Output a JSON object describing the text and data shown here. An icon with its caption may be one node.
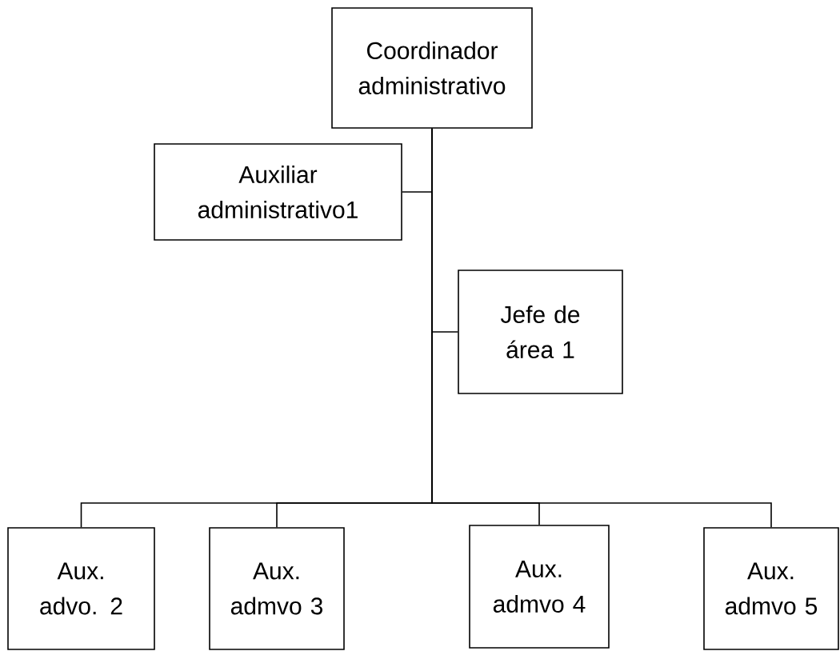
{
  "diagram": {
    "nodes": [
      {
        "text": [
          "Coordinador administrativo"
        ]
      },
      {
        "text": [
          "Auxiliar administrativo1"
        ]
      },
      {
        "text": [
          "Jefe de área 1"
        ]
      },
      {
        "text": [
          "Aux. advo. 2"
        ]
      },
      {
        "text": [
          "Aux. admvo 3"
        ]
      },
      {
        "text": [
          "Aux. admvo 4"
        ]
      },
      {
        "text": [
          "Aux. admvo 5"
        ]
      }
    ],
    "edges": [
      {
        "from": 0,
        "to": 1,
        "arrow": "none"
      },
      {
        "from": 0,
        "to": 2,
        "arrow": "none"
      },
      {
        "from": 0,
        "to": 3,
        "arrow": "none"
      },
      {
        "from": 0,
        "to": 4,
        "arrow": "none"
      },
      {
        "from": 0,
        "to": 5,
        "arrow": "none"
      },
      {
        "from": 0,
        "to": 6,
        "arrow": "none"
      }
    ]
  }
}
